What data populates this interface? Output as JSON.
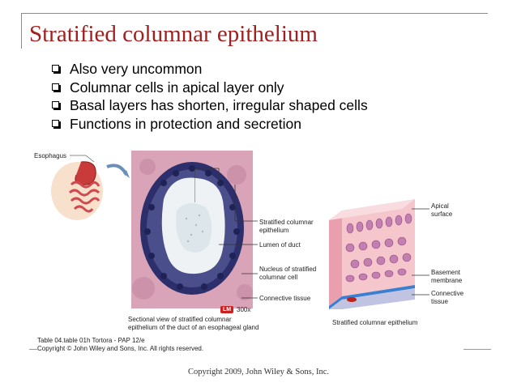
{
  "slide": {
    "title": "Stratified columnar epithelium",
    "bullets": [
      "Also very uncommon",
      "Columnar cells in apical layer only",
      "Basal layers has shorten, irregular shaped cells",
      "Functions in protection and secretion"
    ],
    "figure": {
      "esophagus_label": "Esophagus",
      "micrograph_labels": {
        "stratified": [
          "Stratified columnar",
          "epithelium"
        ],
        "lumen": "Lumen of duct",
        "nucleus": [
          "Nucleus of stratified",
          "columnar cell"
        ],
        "connective": "Connective tissue"
      },
      "magnification_badge": "LM",
      "magnification": "300x",
      "caption": [
        "Sectional view of stratified columnar",
        "epithelium of the duct of an esophageal gland"
      ],
      "diagram_labels": {
        "apical": [
          "Apical",
          "surface"
        ],
        "basement": [
          "Basement",
          "membrane"
        ],
        "connective": [
          "Connective",
          "tissue"
        ]
      },
      "diagram_caption": "Stratified columnar epithelium"
    },
    "table_ref": "Table 04.table 01h  Tortora - PAP 12/e",
    "copyright_small": "Copyright © John Wiley and Sons, Inc. All rights reserved.",
    "footer": "Copyright 2009, John Wiley & Sons, Inc.",
    "colors": {
      "title": "#a31f1f",
      "badge": "#cc1f1f"
    }
  }
}
